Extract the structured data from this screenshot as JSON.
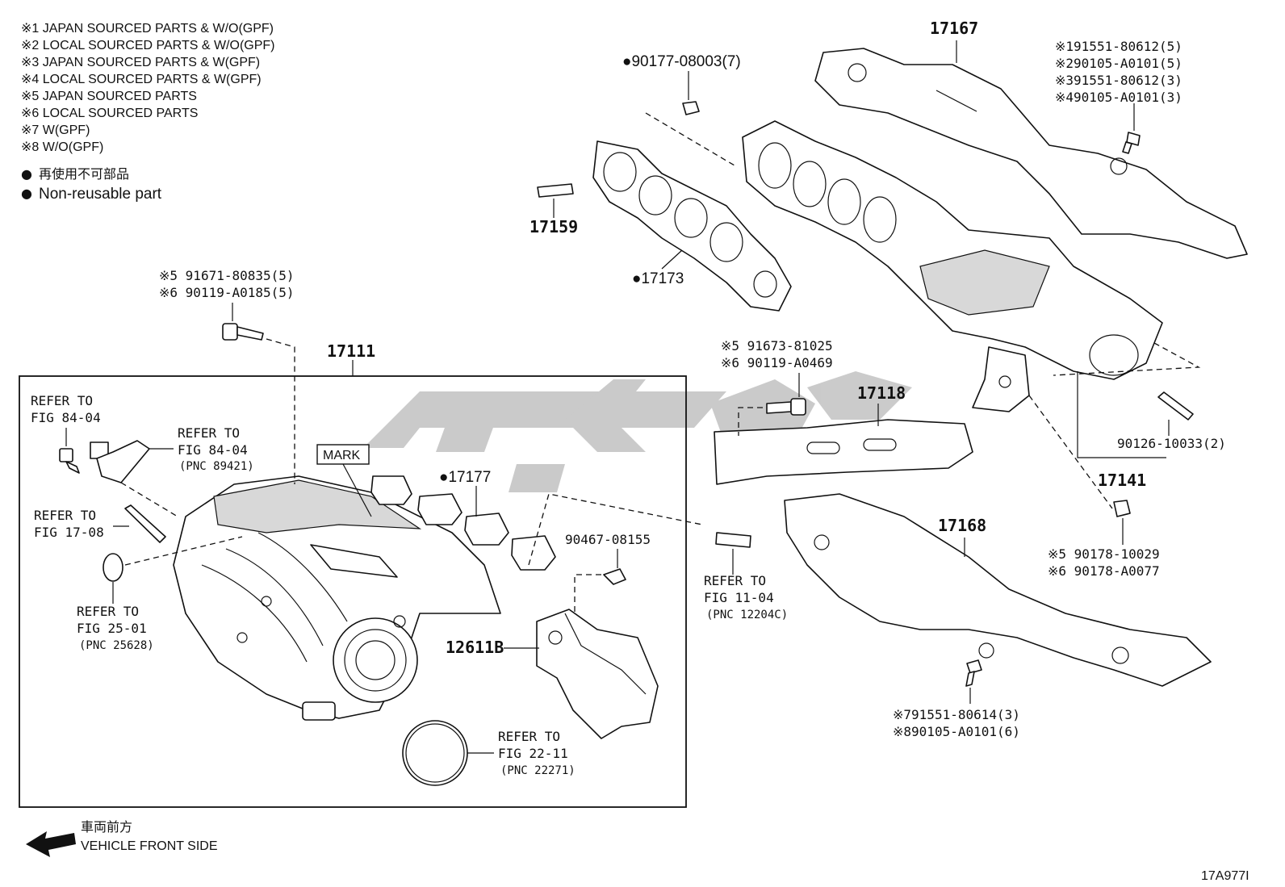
{
  "notes": [
    "※1 JAPAN SOURCED PARTS & W/O(GPF)",
    "※2 LOCAL SOURCED PARTS & W/O(GPF)",
    "※3 JAPAN SOURCED PARTS & W(GPF)",
    "※4 LOCAL SOURCED PARTS & W(GPF)",
    "※5 JAPAN SOURCED PARTS",
    "※6 LOCAL SOURCED PARTS",
    "※7 W(GPF)",
    "※8 W/O(GPF)"
  ],
  "legend": {
    "symbol": "●",
    "japanese": "再使用不可部品",
    "english": "Non-reusable part"
  },
  "labels": {
    "p90177_08003": "●90177-08003(7)",
    "p17167": "17167",
    "p191551": "※191551-80612(5)",
    "p290105": "※290105-A0101(5)",
    "p391551": "※391551-80612(3)",
    "p490105": "※490105-A0101(3)",
    "p17159": "17159",
    "p17173": "●17173",
    "p5_91671": "※5 91671-80835(5)",
    "p6_90119": "※6 90119-A0185(5)",
    "p17111": "17111",
    "p5_91673": "※5 91673-81025",
    "p6_90119b": "※6 90119-A0469",
    "p17118": "17118",
    "p90126": "90126-10033(2)",
    "p17141": "17141",
    "p17177": "●17177",
    "mark": "MARK",
    "p90467": "90467-08155",
    "p12611B": "12611B",
    "p17168": "17168",
    "p5_90178": "※5 90178-10029",
    "p6_90178": "※6 90178-A0077",
    "p791551": "※791551-80614(3)",
    "p890105": "※890105-A0101(6)",
    "figure_id": "17A977I"
  },
  "refs": {
    "r1": {
      "line1": "REFER TO",
      "line2": "FIG 84-04"
    },
    "r2": {
      "line1": "REFER TO",
      "line2": "FIG 84-04",
      "pnc": "(PNC 89421)"
    },
    "r3": {
      "line1": "REFER TO",
      "line2": "FIG 17-08"
    },
    "r4": {
      "line1": "REFER TO",
      "line2": "FIG 25-01",
      "pnc": "(PNC 25628)"
    },
    "r5": {
      "line1": "REFER TO",
      "line2": "FIG 11-04",
      "pnc": "(PNC 12204C)"
    },
    "r6": {
      "line1": "REFER TO",
      "line2": "FIG 22-11",
      "pnc": "(PNC 22271)"
    }
  },
  "direction": {
    "japanese": "車両前方",
    "english": "VEHICLE FRONT SIDE"
  },
  "colors": {
    "line": "#111111",
    "watermark": "#b9b9b9",
    "background": "#ffffff"
  }
}
